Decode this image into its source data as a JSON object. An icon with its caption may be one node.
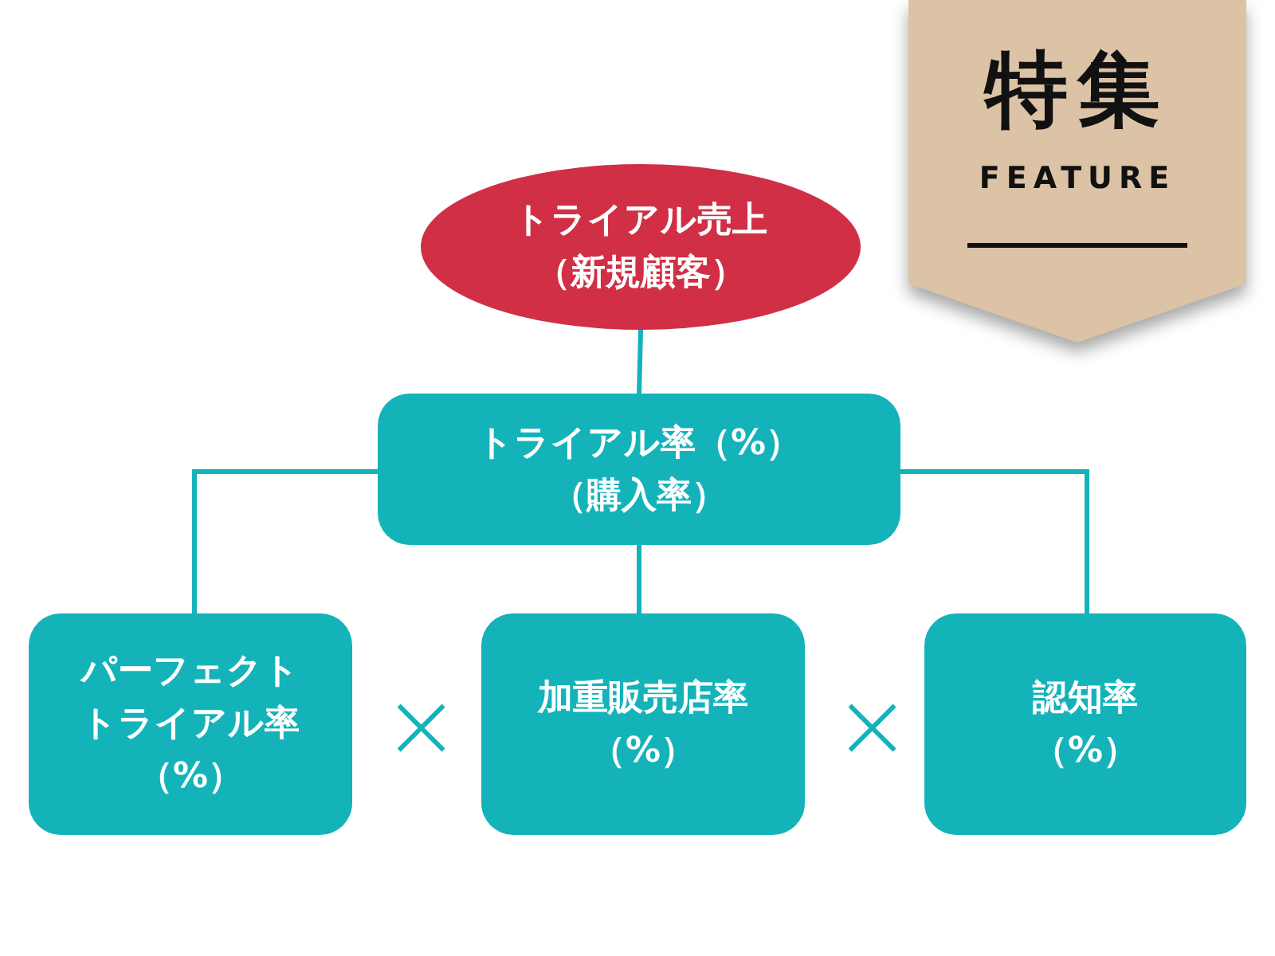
{
  "diagram": {
    "nodes": [
      {
        "text": [
          "特集",
          "FEATURE"
        ]
      },
      {
        "text": [
          "トライアル売上",
          "（新規顧客）"
        ]
      },
      {
        "text": [
          "トライアル率（%）",
          "（購入率）"
        ]
      },
      {
        "text": [
          "パーフェクトトライアル率",
          "（%）"
        ]
      },
      {
        "text": [
          "加重販売店率",
          "（%）"
        ]
      },
      {
        "text": [
          "認知率",
          "（%）"
        ]
      }
    ],
    "edges": [
      {
        "from": 1,
        "to": 2,
        "arrow": "none"
      },
      {
        "from": 2,
        "to": 3,
        "arrow": "none"
      },
      {
        "from": 2,
        "to": 4,
        "arrow": "none"
      },
      {
        "from": 2,
        "to": 5,
        "arrow": "none"
      }
    ],
    "labels": [
      "×",
      "×"
    ]
  }
}
